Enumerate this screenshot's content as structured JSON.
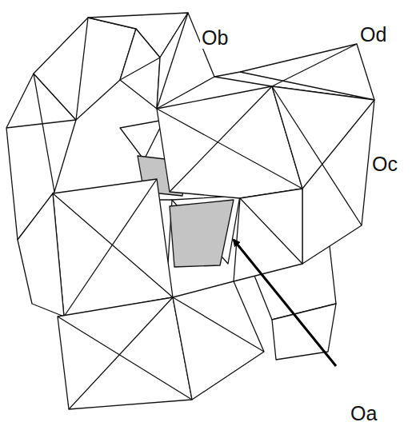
{
  "diagram": {
    "labels": [
      "Ob",
      "Od",
      "Oc",
      "Oa"
    ]
  }
}
